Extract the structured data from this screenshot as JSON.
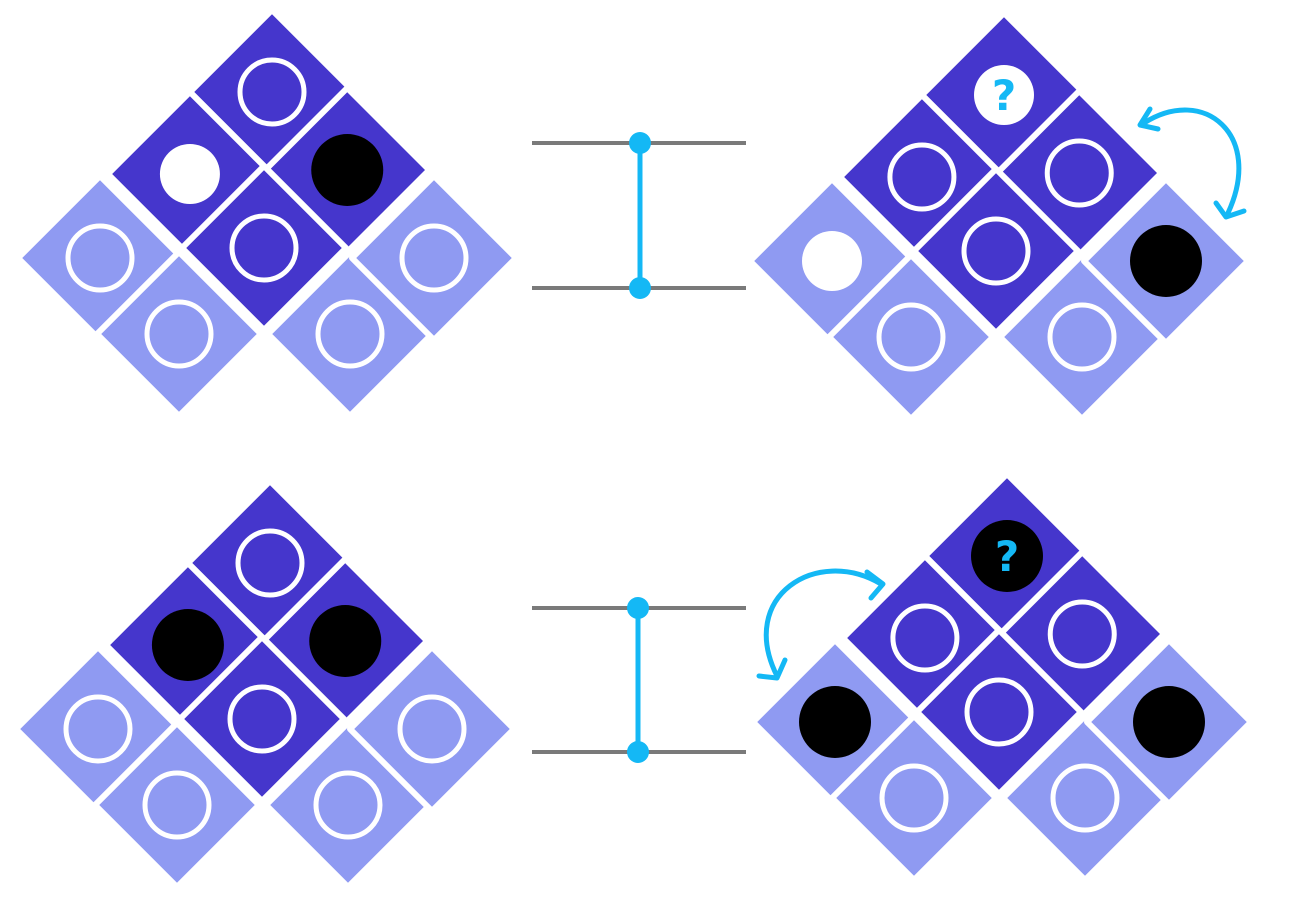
{
  "colors": {
    "dark_tile": "#4536CC",
    "light_tile": "#8F9AF2",
    "tile_outline": "#ffffff",
    "token_black": "#000000",
    "token_white": "#ffffff",
    "wire": "#7a7a7a",
    "gate": "#14B8F5",
    "question": "#14B8F5",
    "background": "#ffffff"
  },
  "icons": {
    "question_mark": "question-mark-icon",
    "swap_arrow": "curved-swap-arrow-icon",
    "gate_dot": "control-dot-icon"
  },
  "question_text": "?",
  "rows": [
    {
      "name": "row-1",
      "before": {
        "tiles": {
          "top": "ring",
          "ml": "white",
          "mr": "black",
          "center": "ring",
          "bl": "ring",
          "bb": "ring",
          "br": "ring",
          "rr": "ring"
        }
      },
      "after": {
        "tiles": {
          "top": "white-question",
          "ml": "ring",
          "mr": "ring",
          "center": "ring",
          "bl": "white",
          "bb": "ring",
          "br": "ring",
          "rr": "black"
        },
        "arrow": "right"
      }
    },
    {
      "name": "row-2",
      "before": {
        "tiles": {
          "top": "ring",
          "ml": "black",
          "mr": "black",
          "center": "ring",
          "bl": "ring",
          "bb": "ring",
          "br": "ring",
          "rr": "ring"
        }
      },
      "after": {
        "tiles": {
          "top": "black-question",
          "ml": "ring",
          "mr": "ring",
          "center": "ring",
          "bl": "black",
          "bb": "ring",
          "br": "ring",
          "rr": "black"
        },
        "arrow": "left"
      }
    }
  ]
}
